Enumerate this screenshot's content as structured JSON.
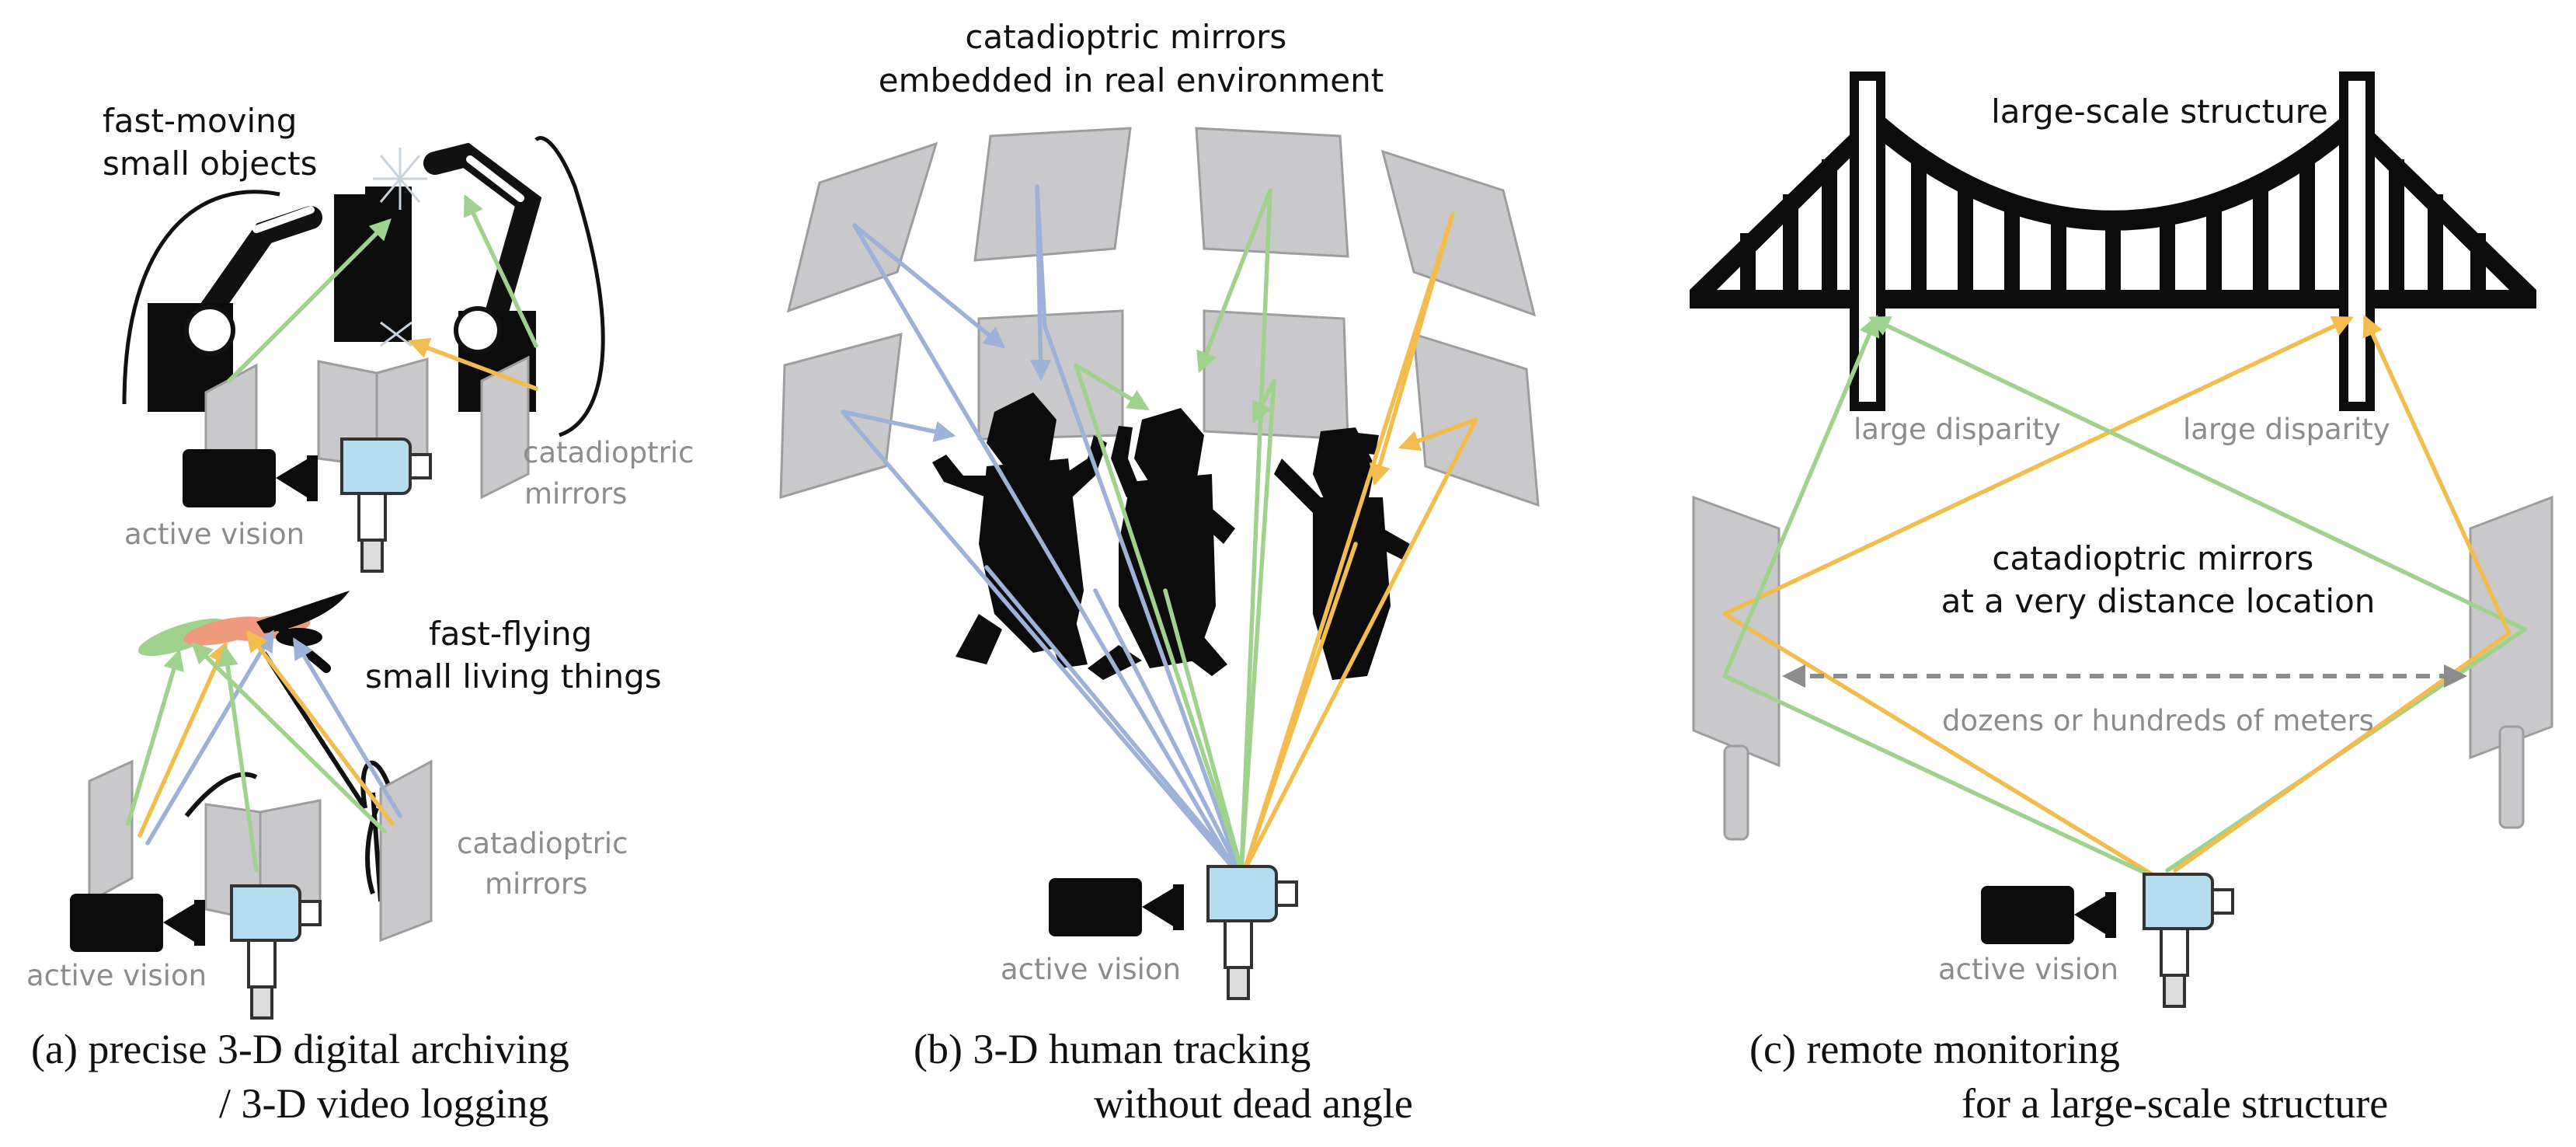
{
  "colors": {
    "ray_blue": "#9db2d8",
    "ray_green": "#9fd28d",
    "ray_orange": "#f2bd4e",
    "ray_salmon": "#ef9a7c",
    "mirror_fill": "#c9c9cb",
    "mirror_edge": "#9d9d9f",
    "silhouette": "#0c0c0c",
    "camera_body": "#b3dcef",
    "text_dark": "#111111",
    "text_gray": "#8c8c8c"
  },
  "panel_a": {
    "top_label": [
      "fast-moving",
      "small objects"
    ],
    "top_mirror_label": [
      "catadioptric",
      "mirrors"
    ],
    "top_camera_label": "active vision",
    "bottom_label": [
      "fast-flying",
      "small living things"
    ],
    "bottom_mirror_label": [
      "catadioptric",
      "mirrors"
    ],
    "bottom_camera_label": "active vision",
    "caption": [
      "(a) precise 3-D digital archiving",
      "/ 3-D video logging"
    ]
  },
  "panel_b": {
    "title": [
      "catadioptric mirrors",
      "embedded in real environment"
    ],
    "camera_label": "active vision",
    "caption": [
      "(b)  3-D human tracking",
      "without dead angle"
    ]
  },
  "panel_c": {
    "structure_label": "large-scale structure",
    "disparity_left": "large disparity",
    "disparity_right": "large disparity",
    "mirror_label": [
      "catadioptric mirrors",
      "at a very distance location"
    ],
    "distance_label": "dozens or hundreds of meters",
    "camera_label": "active vision",
    "caption": [
      "(c)  remote monitoring",
      "for a large-scale structure"
    ]
  }
}
